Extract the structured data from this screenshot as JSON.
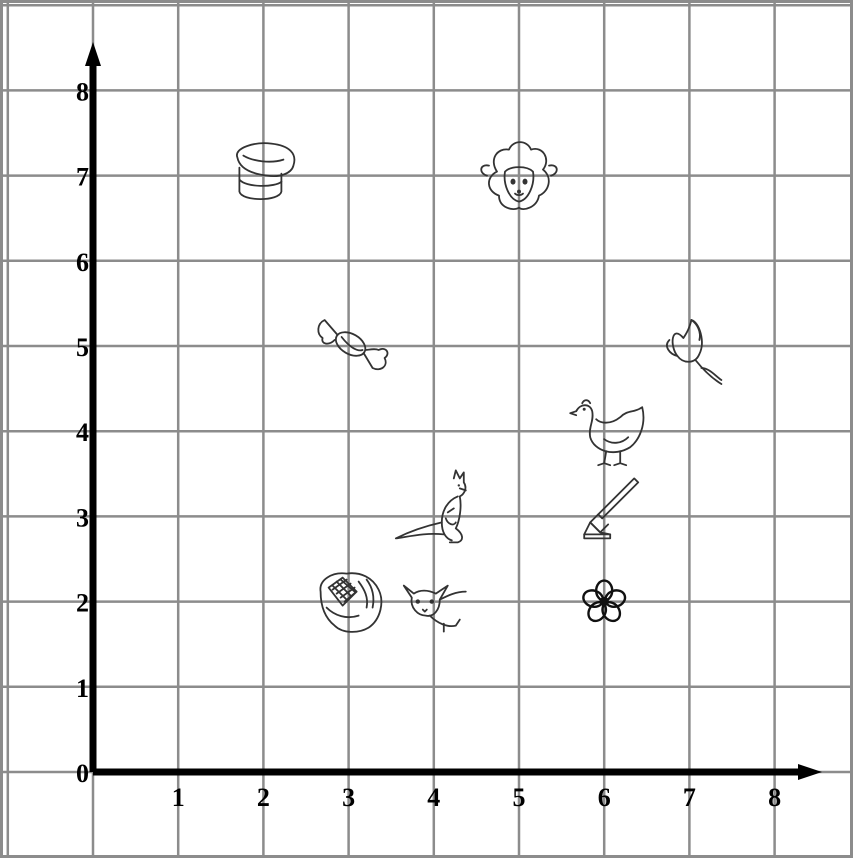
{
  "chart_data": {
    "type": "scatter",
    "x_ticks": [
      "0",
      "1",
      "2",
      "3",
      "4",
      "5",
      "6",
      "7",
      "8"
    ],
    "y_ticks": [
      "0",
      "1",
      "2",
      "3",
      "4",
      "5",
      "6",
      "7",
      "8"
    ],
    "xlim": [
      -1,
      9
    ],
    "ylim": [
      -1,
      9
    ],
    "grid": true,
    "points": [
      {
        "icon": "marshmallow-icon",
        "x": 2,
        "y": 7
      },
      {
        "icon": "sheep-icon",
        "x": 5,
        "y": 7
      },
      {
        "icon": "candy-icon",
        "x": 3,
        "y": 5
      },
      {
        "icon": "tulip-icon",
        "x": 7,
        "y": 5
      },
      {
        "icon": "chicken-icon",
        "x": 6,
        "y": 4
      },
      {
        "icon": "kangaroo-icon",
        "x": 4,
        "y": 3
      },
      {
        "icon": "hoe-icon",
        "x": 6,
        "y": 3
      },
      {
        "icon": "baseball-glove-icon",
        "x": 3,
        "y": 2
      },
      {
        "icon": "fox-icon",
        "x": 4,
        "y": 2
      },
      {
        "icon": "flower-icon",
        "x": 6,
        "y": 2
      }
    ]
  }
}
